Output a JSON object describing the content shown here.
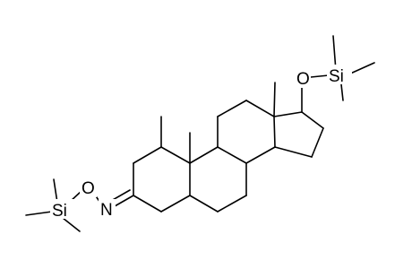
{
  "molecule": {
    "atom_labels": {
      "oxygen_top": "O",
      "silicon_top": "Si",
      "oxygen_bottom": "O",
      "nitrogen": "N",
      "silicon_bottom": "Si"
    }
  },
  "colors": {
    "bond": "#000000",
    "background": "#ffffff"
  }
}
